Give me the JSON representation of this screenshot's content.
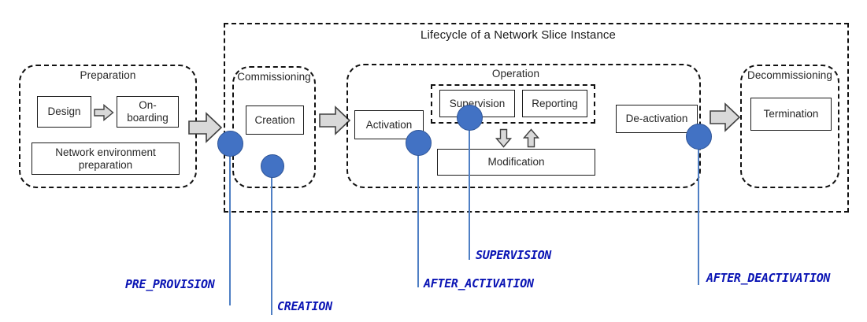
{
  "diagram": {
    "title": "Lifecycle of a Network Slice Instance",
    "phases": {
      "preparation": {
        "label": "Preparation",
        "boxes": {
          "design": "Design",
          "onboarding": "On-boarding",
          "network_env": "Network environment preparation"
        }
      },
      "commissioning": {
        "label": "Commissioning",
        "boxes": {
          "creation": "Creation"
        }
      },
      "operation": {
        "label": "Operation",
        "boxes": {
          "activation": "Activation",
          "supervision": "Supervision",
          "reporting": "Reporting",
          "modification": "Modification",
          "deactivation": "De-activation"
        }
      },
      "decommissioning": {
        "label": "Decommissioning",
        "boxes": {
          "termination": "Termination"
        }
      }
    },
    "hooks": [
      {
        "id": "pre_provision",
        "label": "PRE_PROVISION"
      },
      {
        "id": "creation",
        "label": "CREATION"
      },
      {
        "id": "after_activation",
        "label": "AFTER_ACTIVATION"
      },
      {
        "id": "supervision",
        "label": "SUPERVISION"
      },
      {
        "id": "after_deactivation",
        "label": "AFTER_DEACTIVATION"
      }
    ],
    "colors": {
      "hook_marker": "#4272c4",
      "hook_marker_stroke": "#2f5597",
      "hook_label": "#0a14b4",
      "connector": "#4f7fc4",
      "arrow_fill": "#d9d9d9",
      "arrow_stroke": "#404040",
      "box_border": "#1a1a1a"
    }
  }
}
